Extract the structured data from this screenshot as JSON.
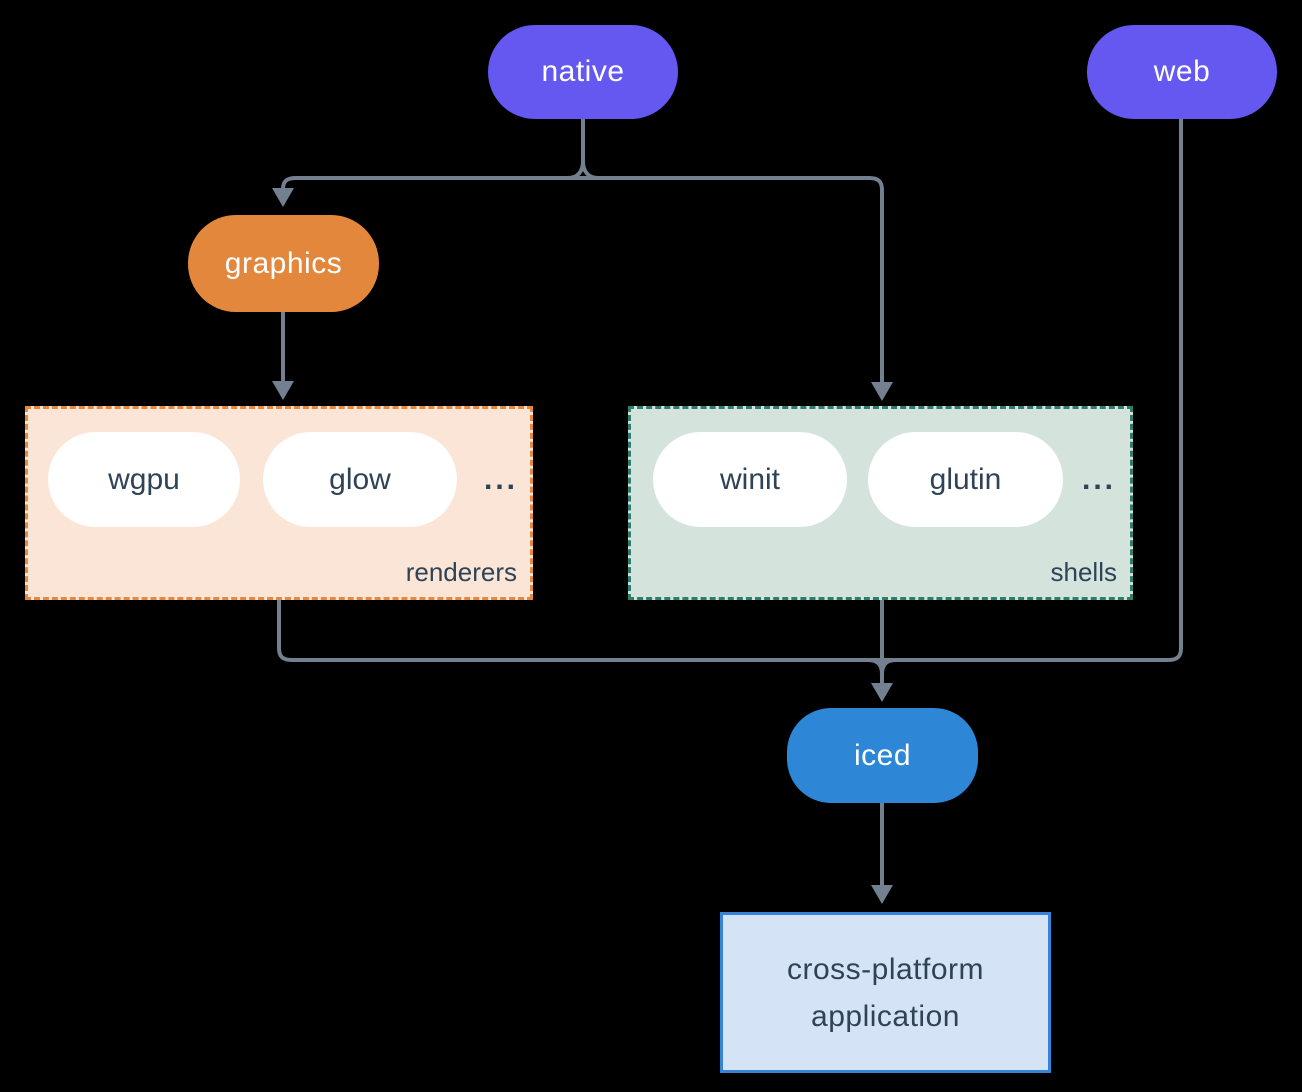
{
  "nodes": {
    "native": "native",
    "web": "web",
    "graphics": "graphics",
    "iced": "iced",
    "application": {
      "line1": "cross-platform",
      "line2": "application"
    }
  },
  "groups": {
    "renderers": {
      "label": "renderers",
      "items": [
        "wgpu",
        "glow"
      ],
      "ellipsis": "..."
    },
    "shells": {
      "label": "shells",
      "items": [
        "winit",
        "glutin"
      ],
      "ellipsis": "..."
    }
  },
  "colors": {
    "background": "#000000",
    "purple": "#6458f0",
    "orange": "#e3873c",
    "blue": "#2e87d6",
    "line": "#72808f",
    "text_dark": "#2f4356",
    "pill_white": "#ffffff",
    "renderers_bg": "#fae5d6",
    "renderers_border": "#e8883f",
    "shells_bg": "#d5e3dd",
    "shells_border": "#2f7d6d",
    "app_bg": "#d4e4f6",
    "app_border": "#3584d7"
  }
}
